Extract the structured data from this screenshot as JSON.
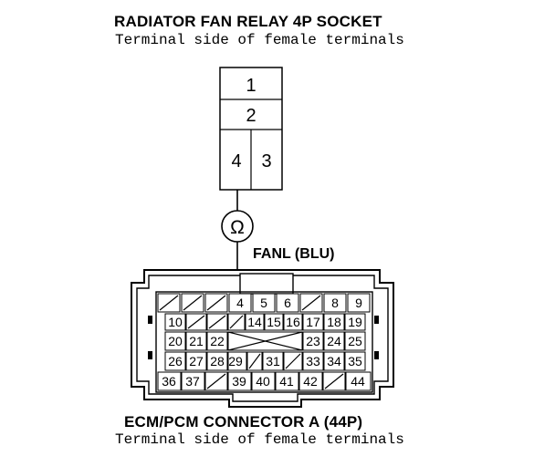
{
  "relay": {
    "title": "RADIATOR FAN RELAY 4P SOCKET",
    "subtitle": "Terminal side of female terminals",
    "terminals": [
      "1",
      "2",
      "4",
      "3"
    ]
  },
  "meter": {
    "symbol": "Ω"
  },
  "wire": {
    "label": "FANL (BLU)"
  },
  "ecm": {
    "title": "ECM/PCM CONNECTOR A (44P)",
    "subtitle": "Terminal side of female terminals",
    "rows": [
      [
        "",
        "",
        "",
        "4",
        "5",
        "6",
        "",
        "8",
        "9"
      ],
      [
        "10",
        "",
        "",
        "",
        "14",
        "15",
        "16",
        "17",
        "18",
        "19"
      ],
      [
        "20",
        "21",
        "22",
        "",
        "",
        "",
        "",
        "23",
        "24",
        "25"
      ],
      [
        "26",
        "27",
        "28",
        "29",
        "",
        "31",
        "",
        "33",
        "34",
        "35"
      ],
      [
        "36",
        "37",
        "",
        "39",
        "40",
        "41",
        "42",
        "",
        "44"
      ]
    ]
  }
}
